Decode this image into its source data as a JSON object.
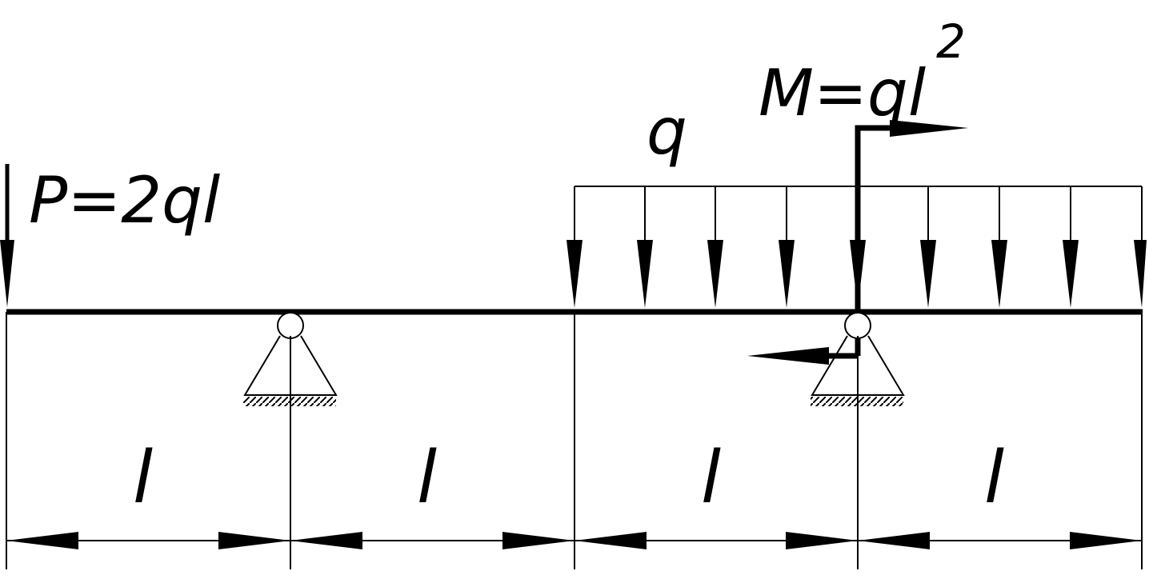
{
  "labels": {
    "point_load": "P=2ql",
    "distributed_load": "q",
    "moment_base": "M=ql",
    "moment_exponent": "2",
    "span_1": "l",
    "span_2": "l",
    "span_3": "l",
    "span_4": "l"
  },
  "colors": {
    "ink": "#000000",
    "background": "#ffffff"
  }
}
